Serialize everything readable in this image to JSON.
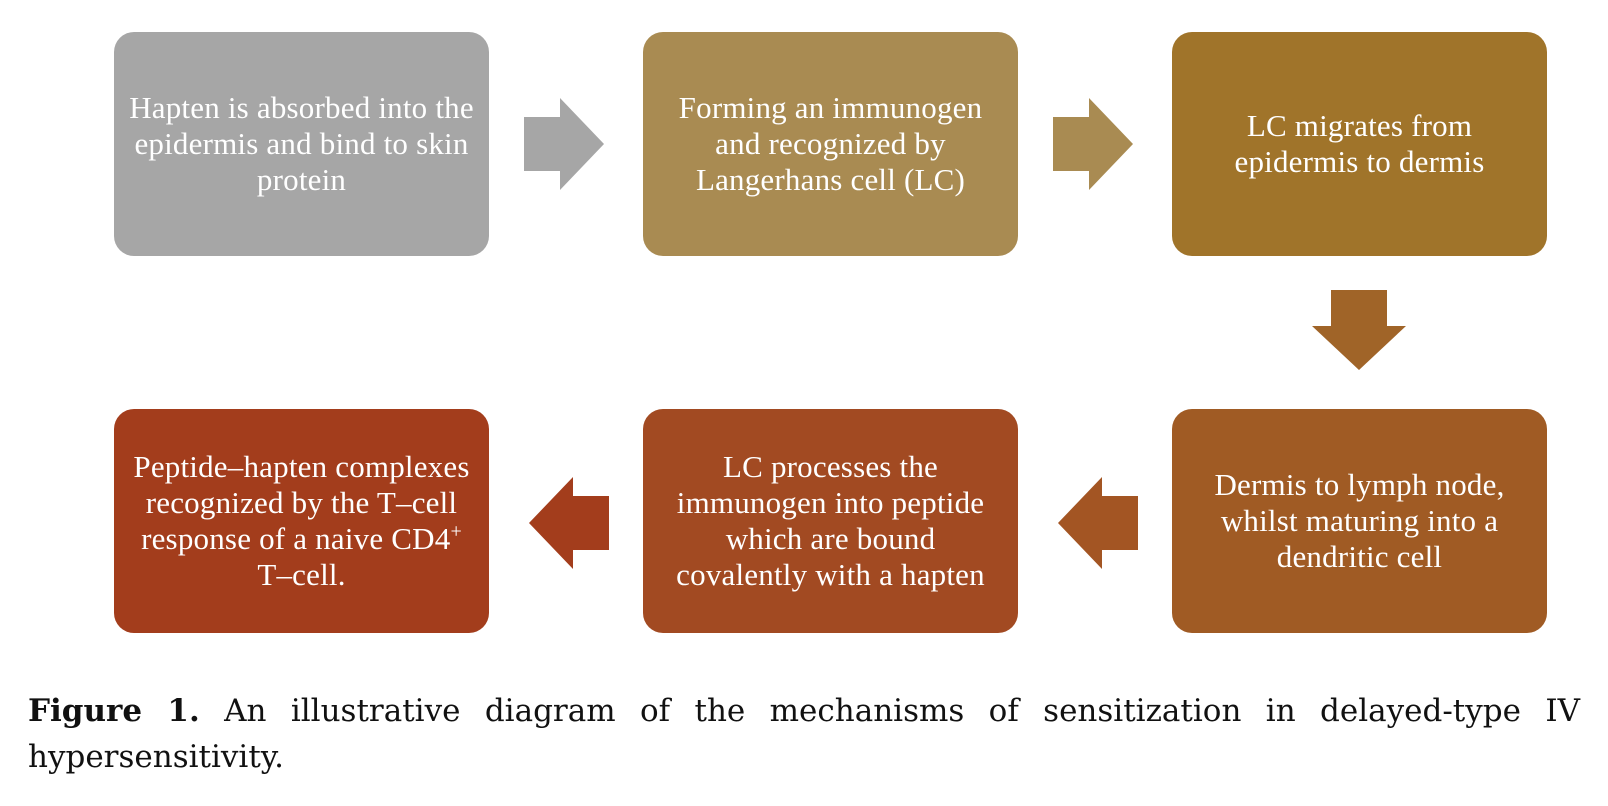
{
  "diagram": {
    "steps": [
      {
        "text": "Hapten is absorbed into the epidermis and bind to skin protein",
        "color": "#a6a6a6"
      },
      {
        "text": "Forming an immunogen and recognized by Langerhans cell (LC)",
        "color": "#a98b52"
      },
      {
        "text": "LC migrates from epidermis to dermis",
        "color": "#a0742a"
      },
      {
        "text": "Dermis to lymph node, whilst maturing into a dendritic cell",
        "color": "#a05b24"
      },
      {
        "text": "LC processes the immunogen into peptide which are bound covalently with a hapten",
        "color": "#a24a22"
      },
      {
        "text_main": "Peptide–hapten complexes recognized by the T–cell response of a naive CD4",
        "text_sup": "+",
        "text_tail": " T–cell.",
        "color": "#a33d1c"
      }
    ],
    "arrows": [
      {
        "direction": "right",
        "color": "#a6a6a6"
      },
      {
        "direction": "right",
        "color": "#a98b52"
      },
      {
        "direction": "down",
        "color": "#a06428"
      },
      {
        "direction": "left",
        "color": "#a35523"
      },
      {
        "direction": "left",
        "color": "#a33d1c"
      }
    ]
  },
  "caption": {
    "label": "Figure 1.",
    "text": " An illustrative diagram of the mechanisms of sensitization in delayed-type IV hypersensitivity."
  }
}
